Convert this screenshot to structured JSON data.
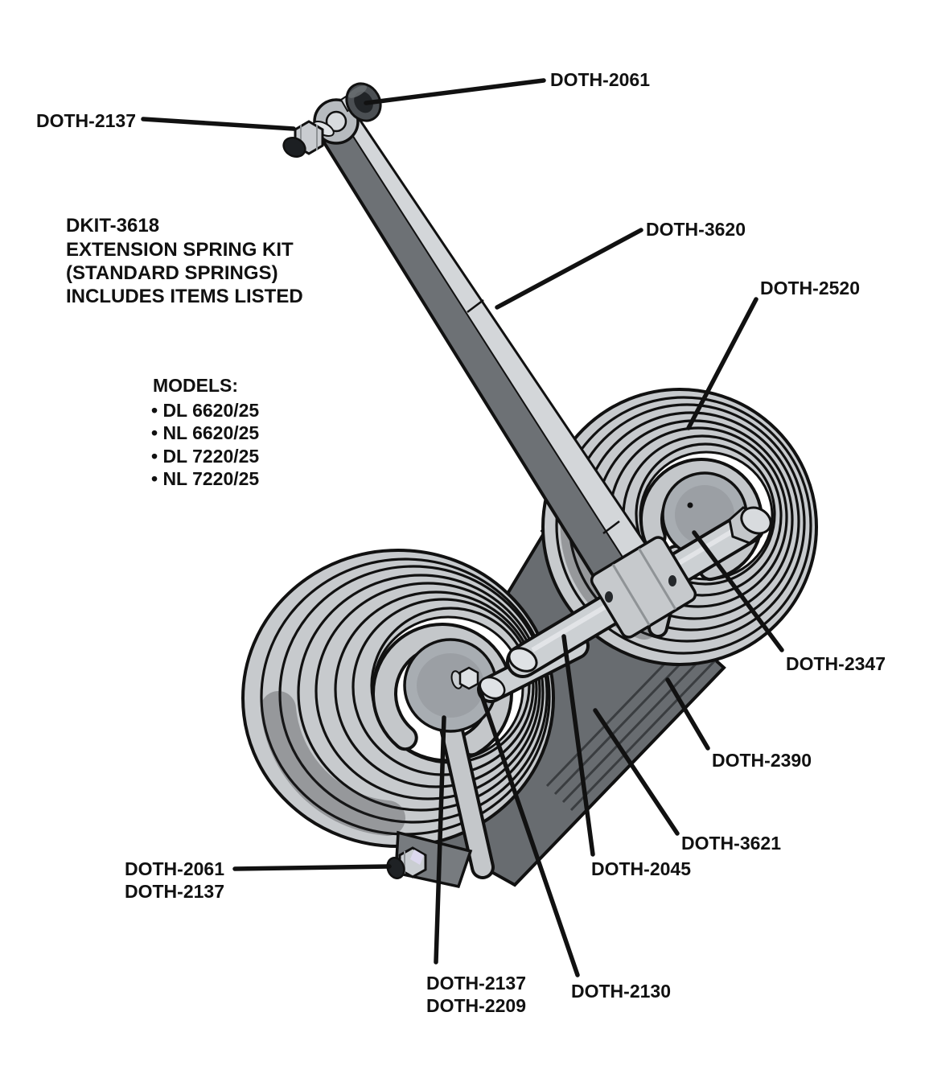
{
  "kit_note": {
    "line1": "DKIT-3618",
    "line2": "EXTENSION SPRING KIT",
    "line3": "(STANDARD SPRINGS)",
    "line4": "INCLUDES ITEMS LISTED"
  },
  "models": {
    "heading": "MODELS:",
    "item1": "• DL 6620/25",
    "item2": "• NL 6620/25",
    "item3": "• DL 7220/25",
    "item4": "• NL 7220/25"
  },
  "labels": {
    "top_bushing": "DOTH-2061",
    "top_pin_nut": "DOTH-2137",
    "arm": "DOTH-3620",
    "right_spring": "DOTH-2520",
    "cross_shaft": "DOTH-2347",
    "clevis_mount": "DOTH-2390",
    "bracket": "DOTH-3621",
    "anchor": "DOTH-2045",
    "bottom_nut_a": "DOTH-2061",
    "bottom_nut_b": "DOTH-2137",
    "hub_bolt_a": "DOTH-2137",
    "hub_bolt_b": "DOTH-2209",
    "hub_pin": "DOTH-2130"
  },
  "colors": {
    "outline": "#111111",
    "metal_light": "#c7cacd",
    "metal_lighter": "#d8dbde",
    "metal_mid": "#a8adb2",
    "metal_dark": "#6d7175",
    "bracket_dark": "#686c70",
    "background": "#ffffff"
  }
}
